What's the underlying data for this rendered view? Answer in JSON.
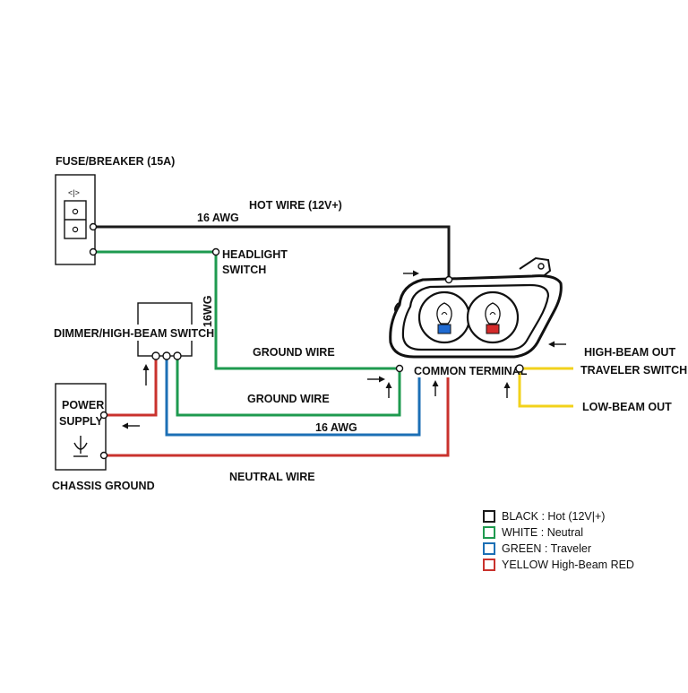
{
  "colors": {
    "black": "#1a1a1a",
    "green": "#1e9a4f",
    "blue": "#1c6fb5",
    "red": "#c9322d",
    "yellow": "#f2d21b",
    "bulb_blue": "#1f6ad1",
    "bulb_red": "#d42b2b"
  },
  "labels": {
    "fuse_breaker": "FUSE/BREAKER (15A)",
    "hot_wire": "HOT WIRE (12V+)",
    "awg_top": "16 AWG",
    "headlight_switch_1": "HEADLIGHT",
    "headlight_switch_2": "SWITCH",
    "dimmer_switch": "DIMMER/HIGH-BEAM SWITCH",
    "wg16": "16WG",
    "ground_wire_1": "GROUND WIRE",
    "ground_wire_2": "GROUND WIRE",
    "common_terminal": "COMMON TERMINAL",
    "high_beam_out": "HIGH-BEAM OUT",
    "traveler_switch": "TRAVELER SWITCH",
    "low_beam_out": "LOW-BEAM OUT",
    "power_supply_1": "POWER",
    "power_supply_2": "SUPPLY",
    "awg_mid": "16 AWG",
    "neutral_wire": "NEUTRAL WIRE",
    "chassis_ground": "CHASSIS GROUND"
  },
  "fuse_icon_glyph": "<|>",
  "legend": [
    {
      "color": "black",
      "text": "BLACK : Hot (12V|+)"
    },
    {
      "color": "green",
      "text": "WHITE : Neutral"
    },
    {
      "color": "blue",
      "text": "GREEN : Traveler"
    },
    {
      "color": "red",
      "text": "YELLOW High-Beam RED"
    }
  ],
  "icons": {
    "fuse": "fuse-icon",
    "ground": "ground-icon",
    "bulb_low": "bulb-icon",
    "bulb_high": "bulb-icon"
  }
}
